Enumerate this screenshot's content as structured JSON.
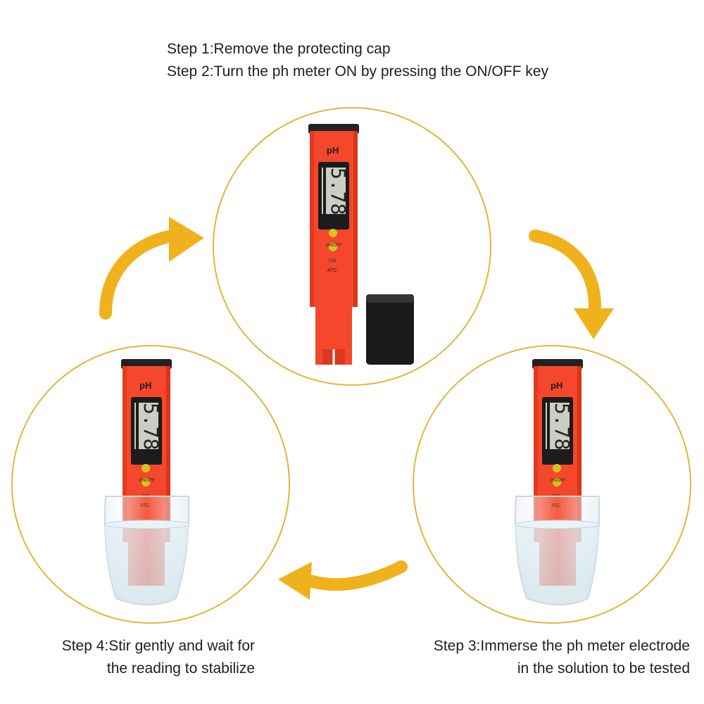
{
  "steps": {
    "step1": "Step 1:Remove the protecting cap",
    "step2": "Step 2:Turn the ph meter ON by pressing the ON/OFF key",
    "step3_line1": "Step 3:Immerse the ph meter electrode",
    "step3_line2": "in the solution to be tested",
    "step4_line1": "Step 4:Stir gently and wait for",
    "step4_line2": "the reading to stabilize"
  },
  "meter": {
    "label": "pH",
    "reading": "5.78",
    "onoff_label": "ON/OFF",
    "cal_label": "CAL",
    "atc_label": "ATC"
  },
  "colors": {
    "meter_body": "#f4472b",
    "arrow": "#f0b21c",
    "circle_border": "#e3b53a",
    "button": "#d8c21f",
    "cap": "#1a1a1a"
  },
  "icons": {
    "arrow": "curved-arrow-icon",
    "device": "ph-meter-icon",
    "glass": "water-glass-icon"
  }
}
